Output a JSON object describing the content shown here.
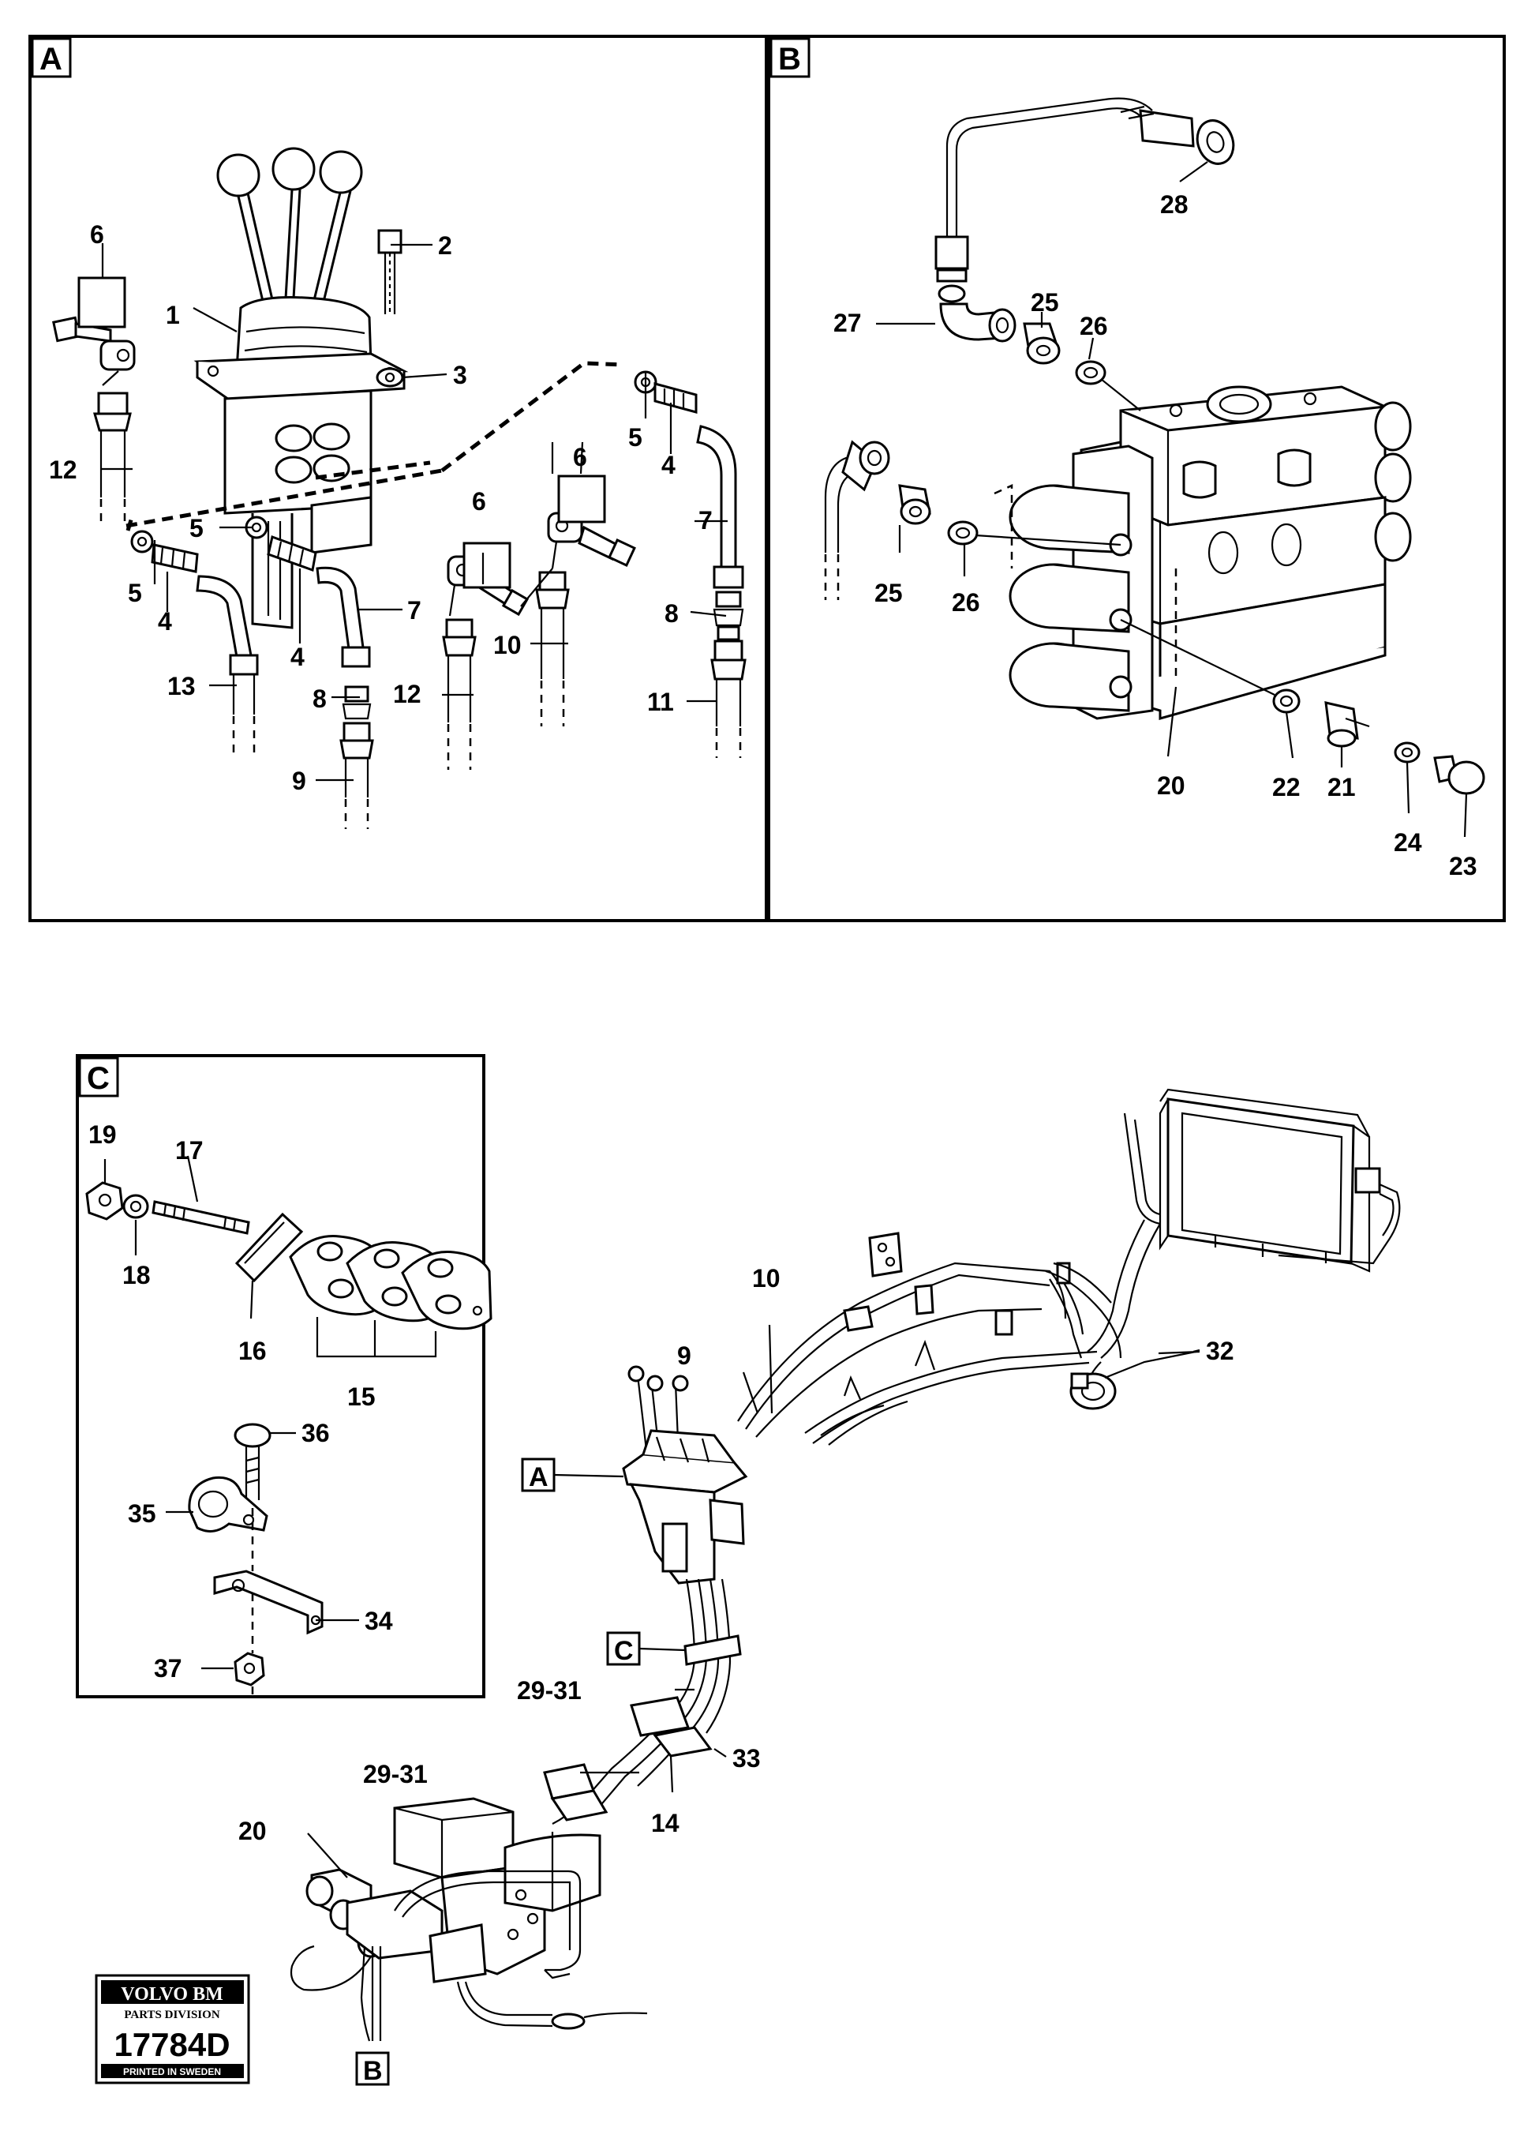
{
  "sections": {
    "a": "A",
    "b": "B",
    "c": "C"
  },
  "callouts": {
    "a": [
      "1",
      "2",
      "3",
      "4",
      "4",
      "4",
      "5",
      "5",
      "5",
      "6",
      "6",
      "6",
      "7",
      "7",
      "8",
      "8",
      "9",
      "10",
      "11",
      "12",
      "12",
      "13"
    ],
    "b": [
      "20",
      "21",
      "22",
      "23",
      "24",
      "25",
      "25",
      "26",
      "26",
      "27",
      "28"
    ],
    "c": [
      "15",
      "16",
      "17",
      "18",
      "19",
      "34",
      "35",
      "36",
      "37"
    ],
    "overview": [
      "9",
      "10",
      "32",
      "29-31",
      "29-31",
      "33",
      "14",
      "20"
    ],
    "overview_refs": [
      "A",
      "C",
      "B"
    ]
  },
  "logo": {
    "brand": "VOLVO BM",
    "division": "PARTS DIVISION",
    "number": "17784D",
    "printed": "PRINTED IN SWEDEN"
  }
}
